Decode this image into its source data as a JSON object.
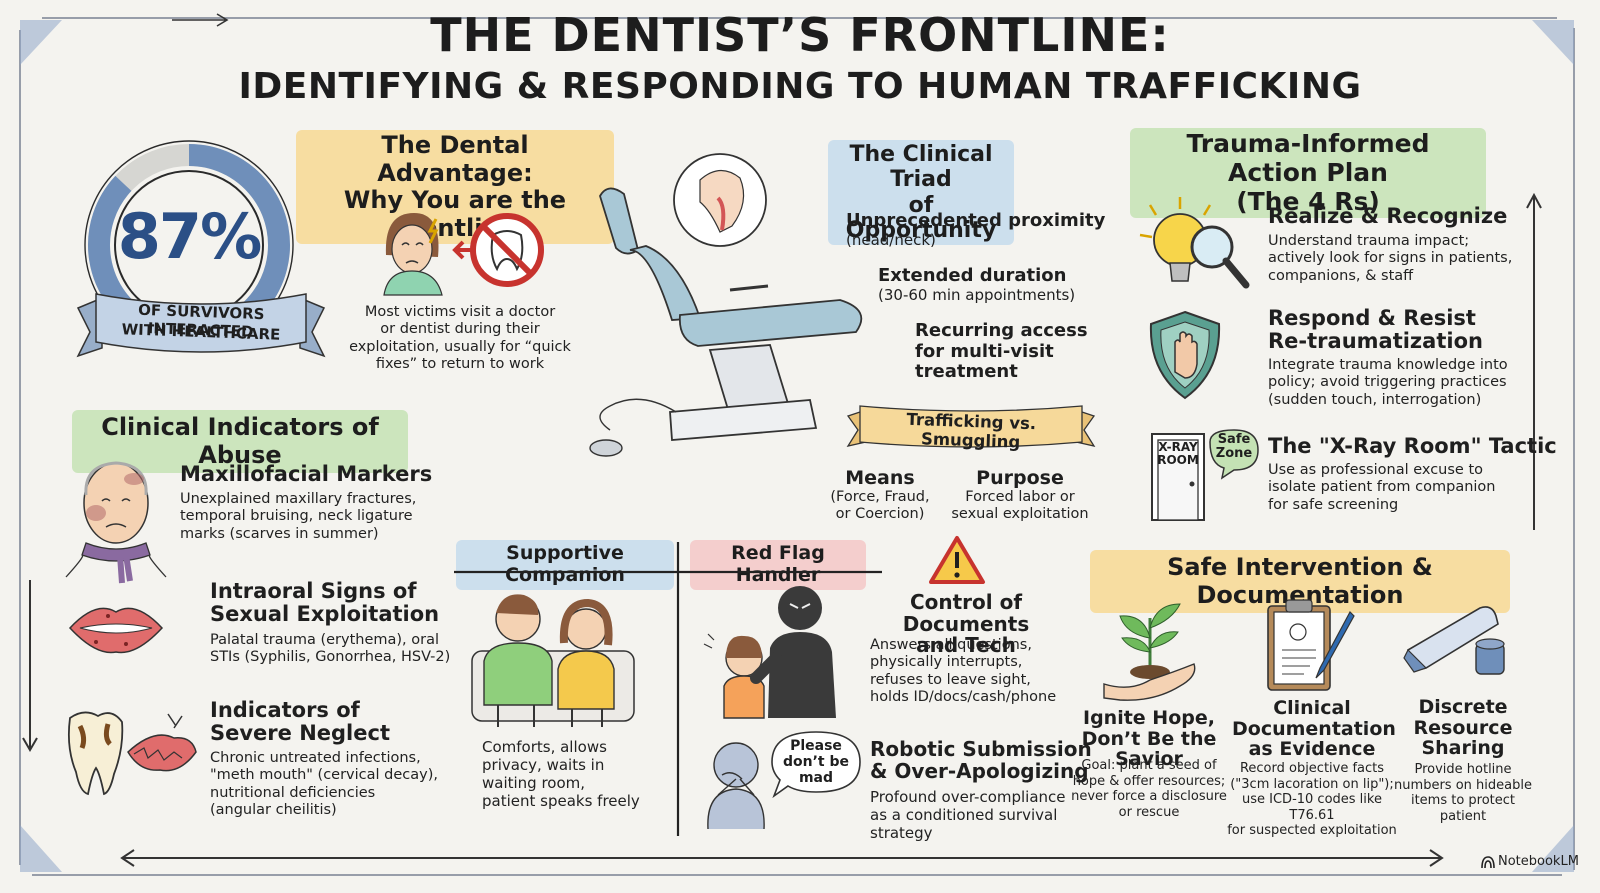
{
  "title": {
    "line1": "THE DENTIST’S FRONTLINE:",
    "line2": "IDENTIFYING & RESPONDING TO HUMAN TRAFFICKING"
  },
  "stat": {
    "value": "87%",
    "fraction": 0.87,
    "ribbon_line1": "OF SURVIVORS INTERACTED",
    "ribbon_line2": "WITH HEALTHCARE"
  },
  "dental_advantage": {
    "heading_line1": "The Dental Advantage:",
    "heading_line2": "Why You are the Frontline",
    "text_lines": [
      "Most victims visit a doctor",
      "or dentist during their",
      "exploitation, usually for “quick",
      "fixes” to return to work"
    ]
  },
  "clinical_triad": {
    "heading_line1": "The Clinical Triad",
    "heading_line2": "of Opportunity",
    "items": [
      {
        "title": "Unprecedented proximity",
        "sub": "(head/neck)"
      },
      {
        "title": "Extended duration",
        "sub": "(30-60 min appointments)"
      },
      {
        "title_lines": [
          "Recurring access",
          "for multi-visit",
          "treatment"
        ]
      }
    ]
  },
  "trafficking_vs_smuggling": {
    "banner": "Trafficking vs. Smuggling",
    "means_title": "Means",
    "means_lines": [
      "(Force, Fraud,",
      "or Coercion)"
    ],
    "purpose_title": "Purpose",
    "purpose_lines": [
      "Forced labor or",
      "sexual exploitation"
    ]
  },
  "clinical_indicators": {
    "heading": "Clinical Indicators of Abuse",
    "items": [
      {
        "title_lines": [
          "Maxillofacial Markers"
        ],
        "text_lines": [
          "Unexplained maxillary fractures,",
          "temporal bruising, neck ligature",
          "marks (scarves in summer)"
        ]
      },
      {
        "title_lines": [
          "Intraoral Signs of",
          "Sexual Exploitation"
        ],
        "text_lines": [
          "Palatal trauma (erythema), oral",
          "STIs (Syphilis, Gonorrhea, HSV-2)"
        ]
      },
      {
        "title_lines": [
          "Indicators of",
          "Severe Neglect"
        ],
        "text_lines": [
          "Chronic untreated infections,",
          "\"meth mouth\" (cervical decay),",
          "nutritional deficiencies",
          "(angular cheilitis)"
        ]
      }
    ]
  },
  "companion": {
    "supportive_heading": "Supportive Companion",
    "redflag_heading": "Red Flag Handler",
    "supportive_text_lines": [
      "Comforts, allows",
      "privacy, waits in",
      "waiting room,",
      "patient speaks freely"
    ],
    "control_title_lines": [
      "Control of Documents",
      "and Tech"
    ],
    "control_text_lines": [
      "Answers all questions,",
      "physically interrupts,",
      "refuses to leave sight,",
      "holds ID/docs/cash/phone"
    ],
    "bubble_lines": [
      "Please",
      "don’t be",
      "mad"
    ],
    "robotic_title_lines": [
      "Robotic Submission",
      "& Over-Apologizing"
    ],
    "robotic_text_lines": [
      "Profound over-compliance",
      "as a conditioned survival",
      "strategy"
    ]
  },
  "action_plan": {
    "heading_line1": "Trauma-Informed Action Plan",
    "heading_line2": "(The 4 Rs)",
    "items": [
      {
        "title_lines": [
          "Realize & Recognize"
        ],
        "text_lines": [
          "Understand trauma impact;",
          "actively look for signs in patients,",
          "companions, & staff"
        ]
      },
      {
        "title_lines": [
          "Respond & Resist",
          "Re-traumatization"
        ],
        "text_lines": [
          "Integrate trauma knowledge into",
          "policy; avoid triggering practices",
          "(sudden touch, interrogation)"
        ]
      },
      {
        "title_lines": [
          "The \"X-Ray Room\" Tactic"
        ],
        "text_lines": [
          "Use as professional excuse to",
          "isolate patient from companion",
          "for safe screening"
        ]
      }
    ],
    "door_label_lines": [
      "X-RAY",
      "ROOM"
    ],
    "safe_zone_lines": [
      "Safe",
      "Zone"
    ]
  },
  "safe_intervention": {
    "heading": "Safe Intervention & Documentation",
    "items": [
      {
        "title_lines": [
          "Ignite Hope,",
          "Don’t Be the Savior"
        ],
        "text_lines": [
          "Goal: plant a seed of",
          "hope & offer resources;",
          "never force a disclosure",
          "or rescue"
        ]
      },
      {
        "title_lines": [
          "Clinical",
          "Documentation",
          "as Evidence"
        ],
        "text_lines": [
          "Record objective facts",
          "(\"3cm lacoration on lip\");",
          "use ICD-10 codes like T76.61",
          "for suspected exploitation"
        ]
      },
      {
        "title_lines": [
          "Discrete",
          "Resource",
          "Sharing"
        ],
        "text_lines": [
          "Provide hotline",
          "numbers on hideable",
          "items to protect",
          "patient"
        ]
      }
    ]
  },
  "brand": "NotebookLM",
  "colors": {
    "accent_blue": "#6f8fba",
    "ink": "#1f1f1f",
    "paper": "#f4f3ef",
    "highlight_yellow": "#f8d687",
    "highlight_green": "#c4e2b4",
    "highlight_blue": "#c4daec",
    "highlight_red": "#f4c4c4"
  }
}
